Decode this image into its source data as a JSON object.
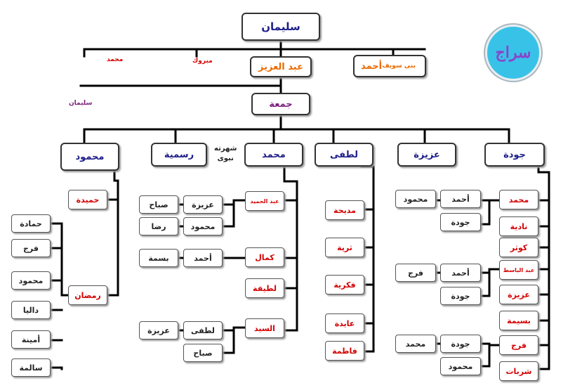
{
  "title": "سليمان",
  "level1": {
    "main": "عبد العزيز",
    "ahmad": "أحمد",
    "ahmad_note": "بنى سويف",
    "mabrouk": "مبروك",
    "mohamed": "محمد"
  },
  "level2": {
    "main": "جمعة",
    "side": "سليمان"
  },
  "children": [
    "جودة",
    "عزيزة",
    "لطفى",
    "محمد",
    "رسمية",
    "محمود"
  ],
  "shohrato": {
    "line1": "شهرته",
    "line2": "نبوى"
  },
  "gouda_branch": {
    "boxes": [
      "محمد",
      "نادية",
      "كوثر",
      "عبد الباسط",
      "عزيزة",
      "بسيمة",
      "فرج",
      "شربات"
    ],
    "mohamed_children": [
      "أحمد",
      "جودة"
    ],
    "ahmad_son": "محمود",
    "abdelbaset_children": [
      "أحمد",
      "جودة"
    ],
    "ahmad2_son": "فرج",
    "farag_children": [
      "جودة",
      "محمود"
    ],
    "gouda_son": "محمد"
  },
  "lotfy_branch": [
    "مديحة",
    "ثرية",
    "فكرية",
    "عايدة",
    "فاطمة"
  ],
  "mohamed_branch": {
    "boxes": [
      "عبد الحميد",
      "كمال",
      "لطيفة",
      "السيد"
    ],
    "abdelhamid_children": [
      "عزيزة",
      "محمود"
    ],
    "aziza_son": "صباح",
    "mahmoud_son": "رضا",
    "kamal_son": "أحمد",
    "ahmad_son": "بسمة",
    "elsayed_children": [
      "لطفى",
      "صباح"
    ],
    "lotfy_son": "عزيزة"
  },
  "mahmoud_branch": {
    "boxes": [
      "حميدة",
      "رمضان"
    ],
    "ramadan_children": [
      "حمادة",
      "فرج",
      "محمود",
      "داليا",
      "أمينة",
      "سالمة"
    ]
  },
  "logo": {
    "text": "سراج"
  },
  "colors": {
    "red": "#d40000",
    "blue": "#1a1aa0",
    "purple": "#7a1f7a",
    "orange": "#ea6a00",
    "line": "#000000",
    "logo_bg": "#38c2e8"
  }
}
